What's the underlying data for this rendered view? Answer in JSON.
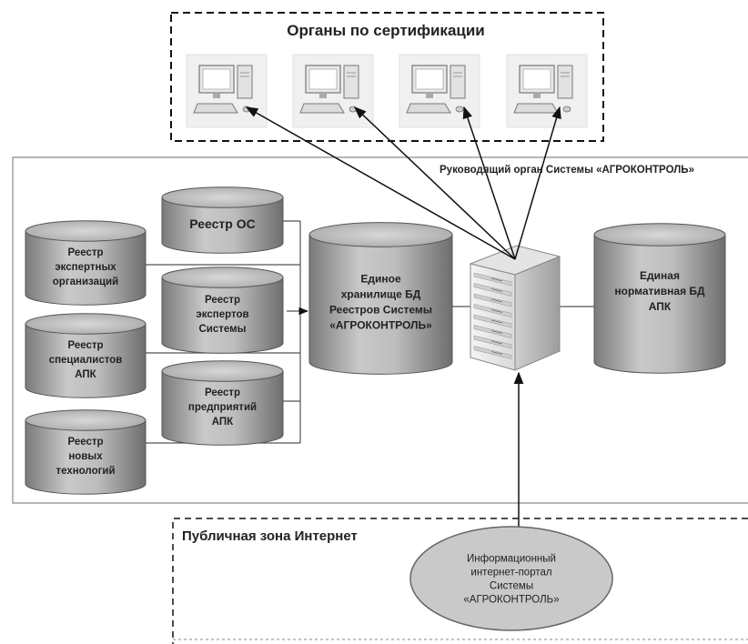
{
  "certification": {
    "title": "Органы по сертификации",
    "computer_count": 4
  },
  "management": {
    "title": "Руководящий орган Системы «АГРОКОНТРОЛЬ»"
  },
  "registries": [
    {
      "lines": [
        "Реестр",
        "экспертных",
        "организаций"
      ]
    },
    {
      "lines": [
        "Реестр",
        "специалистов",
        "АПК"
      ]
    },
    {
      "lines": [
        "Реестр",
        "новых",
        "технологий"
      ]
    },
    {
      "lines": [
        "Реестр ОС"
      ]
    },
    {
      "lines": [
        "Реестр",
        "экспертов",
        "Системы"
      ]
    },
    {
      "lines": [
        "Реестр",
        "предприятий",
        "АПК"
      ]
    }
  ],
  "central_db": {
    "lines": [
      "Единое",
      "хранилище БД",
      "Реестров Системы",
      "«АГРОКОНТРОЛЬ»"
    ]
  },
  "normative_db": {
    "lines": [
      "Единая",
      "нормативная БД",
      "АПК"
    ]
  },
  "server": {
    "icon": "server-icon"
  },
  "public_zone": {
    "title": "Публичная зона Интернет"
  },
  "portal": {
    "lines": [
      "Информационный",
      "интернет-портал",
      "Системы",
      "«АГРОКОНТРОЛЬ»"
    ]
  }
}
